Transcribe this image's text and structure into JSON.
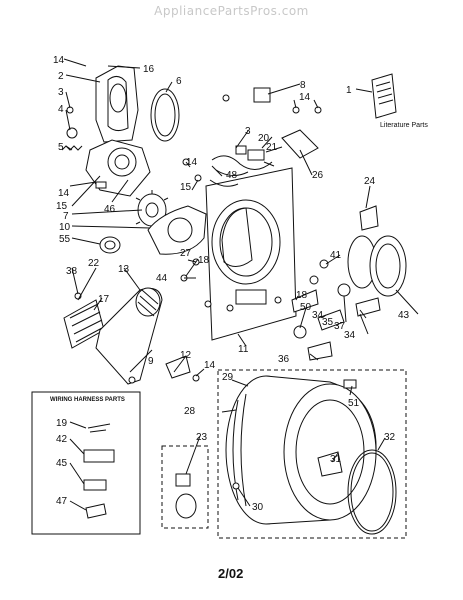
{
  "watermark": "AppliancePartsPros.com",
  "date_code": "2/02",
  "literature_label": "Literature Parts",
  "wiring_box_title": "WIRING HARNESS PARTS",
  "callouts": {
    "c1": "1",
    "c2": "2",
    "c3": "3",
    "c3b": "3",
    "c4": "4",
    "c5": "5",
    "c6": "6",
    "c7": "7",
    "c8": "8",
    "c9": "9",
    "c10": "10",
    "c11": "11",
    "c12": "12",
    "c13": "13",
    "c14a": "14",
    "c14b": "14",
    "c14c": "14",
    "c14d": "14",
    "c14e": "14",
    "c15a": "15",
    "c15b": "15",
    "c16": "16",
    "c17": "17",
    "c18a": "18",
    "c18b": "18",
    "c19": "19",
    "c20": "20",
    "c21": "21",
    "c22": "22",
    "c23": "23",
    "c24": "24",
    "c26": "26",
    "c27": "27",
    "c28": "28",
    "c29": "29",
    "c30": "30",
    "c31": "31",
    "c32": "32",
    "c34a": "34",
    "c34b": "34",
    "c35": "35",
    "c36": "36",
    "c37": "37",
    "c38": "38",
    "c41": "41",
    "c42": "42",
    "c43": "43",
    "c44": "44",
    "c45": "45",
    "c46": "46",
    "c47": "47",
    "c48": "48",
    "c50": "50",
    "c51": "51",
    "c55": "55"
  }
}
